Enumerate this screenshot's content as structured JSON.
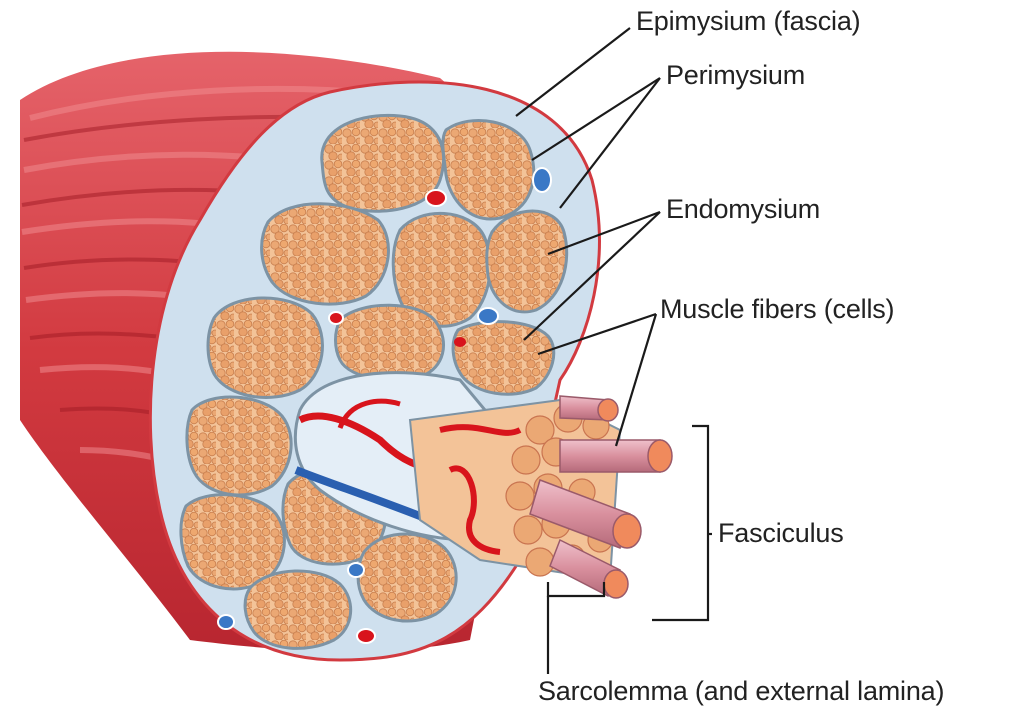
{
  "labels": {
    "epimysium": "Epimysium (fascia)",
    "perimysium": "Perimysium",
    "endomysium": "Endomysium",
    "muscle_fibers": "Muscle fibers (cells)",
    "fasciculus": "Fasciculus",
    "sarcolemma": "Sarcolemma (and external lamina)"
  },
  "colors": {
    "muscle_red": "#d23a40",
    "muscle_dark": "#a8202a",
    "connective_blue": "#cfe0ee",
    "fascicle_tan": "#f0b888",
    "fiber_orange": "#e89a6c",
    "vessel_red": "#d8141c",
    "vessel_blue": "#2a5fb0",
    "fiber_pink": "#d9909e"
  }
}
